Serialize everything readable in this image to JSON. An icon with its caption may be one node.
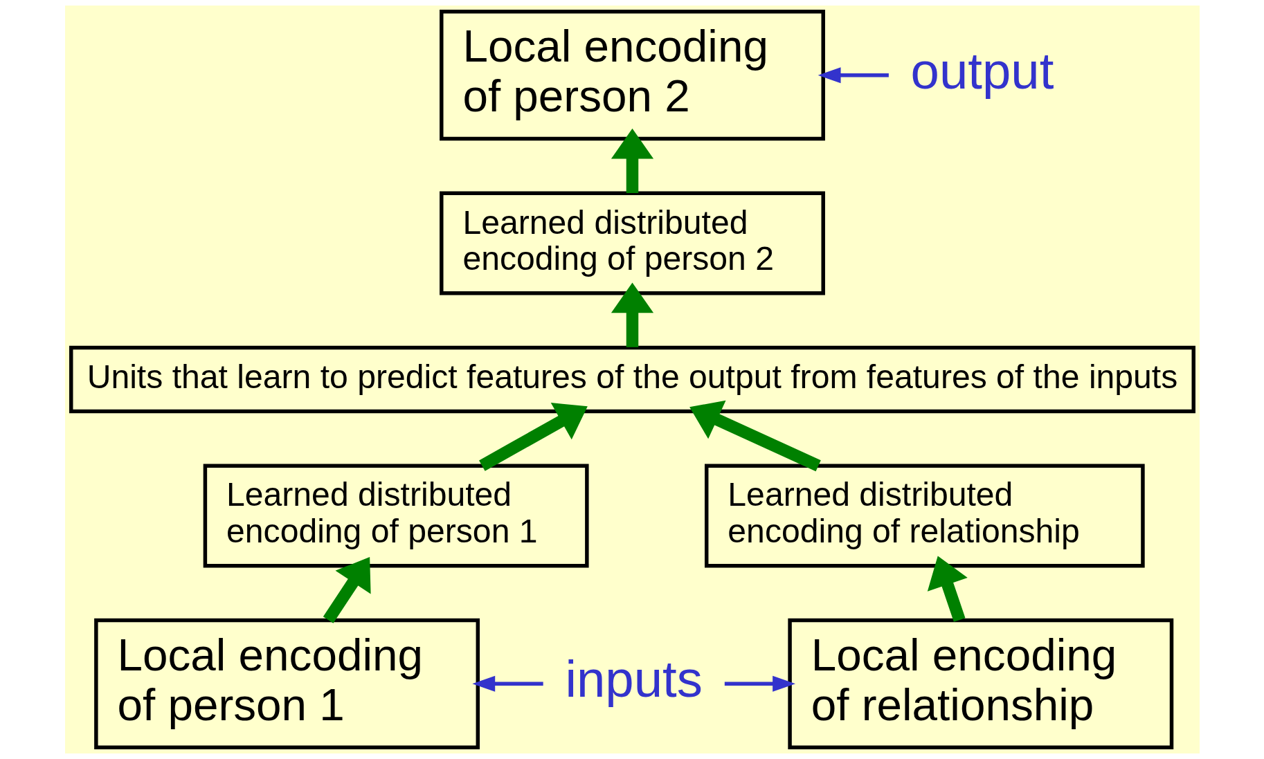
{
  "diagram": {
    "nodes": [
      {
        "text": [
          "Local encoding of person 2"
        ]
      },
      {
        "text": [
          "Learned distributed encoding of person 2"
        ]
      },
      {
        "text": [
          "Units that learn to predict features of the output from features of the inputs"
        ]
      },
      {
        "text": [
          "Learned distributed encoding of person 1"
        ]
      },
      {
        "text": [
          "Learned distributed encoding of relationship"
        ]
      },
      {
        "text": [
          "Local encoding of person 1"
        ]
      },
      {
        "text": [
          "Local encoding of relationship"
        ]
      },
      {
        "text": [
          "output"
        ]
      },
      {
        "text": [
          "inputs"
        ]
      }
    ],
    "edges": [
      {
        "from": 5,
        "to": 3,
        "arrow": "to"
      },
      {
        "from": 6,
        "to": 4,
        "arrow": "to"
      },
      {
        "from": 3,
        "to": 2,
        "arrow": "to"
      },
      {
        "from": 4,
        "to": 2,
        "arrow": "to"
      },
      {
        "from": 2,
        "to": 1,
        "arrow": "to"
      },
      {
        "from": 1,
        "to": 0,
        "arrow": "to"
      },
      {
        "from": 7,
        "to": 0,
        "arrow": "to",
        "color": "#3333cc"
      },
      {
        "from": 8,
        "to": 5,
        "arrow": "to",
        "color": "#3333cc"
      },
      {
        "from": 8,
        "to": 6,
        "arrow": "to",
        "color": "#3333cc"
      }
    ]
  }
}
